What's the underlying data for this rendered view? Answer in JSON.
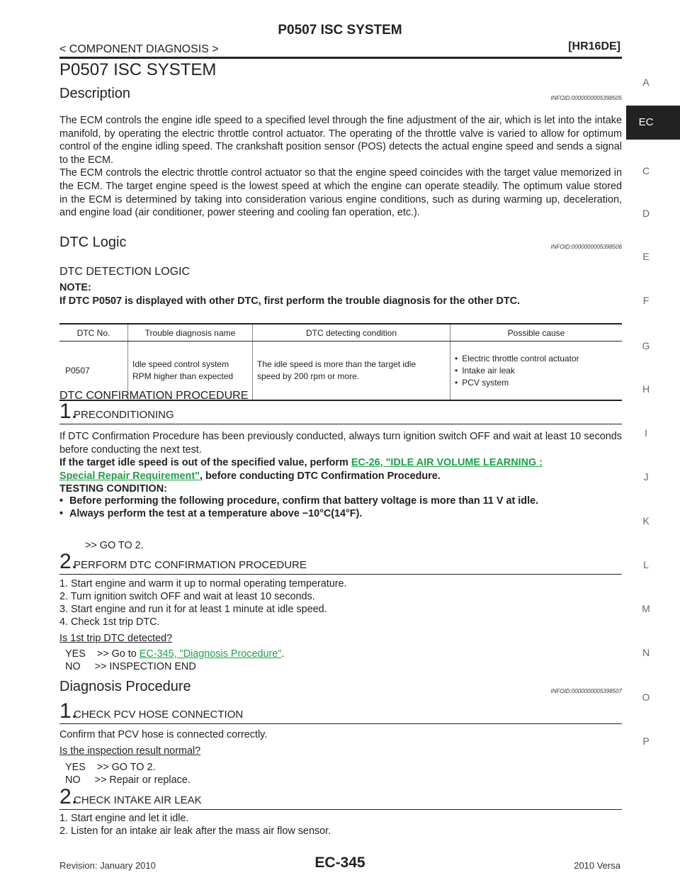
{
  "header": {
    "title": "P0507 ISC SYSTEM",
    "breadcrumb": "< COMPONENT DIAGNOSIS >",
    "engine_code": "[HR16DE]"
  },
  "page_title": "P0507 ISC SYSTEM",
  "description": {
    "heading": "Description",
    "infoid": "INFOID:0000000005398505",
    "p1": "The ECM controls the engine idle speed to a specified level through the fine adjustment of the air, which is let into the intake manifold, by operating the electric throttle control actuator. The operating of the throttle valve is varied to allow for optimum control of the engine idling speed. The crankshaft position sensor (POS) detects the actual engine speed and sends a signal to the ECM.",
    "p2": "The ECM controls the electric throttle control actuator so that the engine speed coincides with the target value memorized in the ECM. The target engine speed is the lowest speed at which the engine can operate steadily. The optimum value stored in the ECM is determined by taking into consideration various engine conditions, such as during warming up, deceleration, and engine load (air conditioner, power steering and cooling fan operation, etc.)."
  },
  "dtc_logic": {
    "heading": "DTC Logic",
    "infoid": "INFOID:0000000005398506",
    "detection_heading": "DTC DETECTION LOGIC",
    "note_label": "NOTE:",
    "note_text": "If DTC P0507 is displayed with other DTC, first perform the trouble diagnosis for the other DTC.",
    "table": {
      "headers": [
        "DTC No.",
        "Trouble diagnosis name",
        "DTC detecting condition",
        "Possible cause"
      ],
      "row": {
        "dtc_no": "P0507",
        "name_line1": "Idle speed control system",
        "name_line2": "RPM higher than expected",
        "condition_line1": "The idle speed is more than the target idle",
        "condition_line2": "speed by 200 rpm or more.",
        "causes": [
          "Electric throttle control actuator",
          "Intake air leak",
          "PCV system"
        ]
      }
    },
    "confirmation_heading": "DTC CONFIRMATION PROCEDURE"
  },
  "confirm_steps": {
    "s1_num": "1.",
    "s1_label": "PRECONDITIONING",
    "s1_text": "If DTC Confirmation Procedure has been previously conducted, always turn ignition switch OFF and wait at least 10 seconds before conducting the next test.",
    "s1_bold_a": "If the target idle speed is out of the specified value, perform ",
    "s1_link_a": "EC-26, \"IDLE AIR VOLUME LEARNING :",
    "s1_link_b": "Special Repair Requirement\"",
    "s1_bold_b": ", before conducting DTC Confirmation Procedure.",
    "testing_label": "TESTING CONDITION:",
    "bullet1": "Before performing the following procedure, confirm that battery voltage is more than 11 V at idle.",
    "bullet2": "Always perform the test at a temperature above −10°C(14°F).",
    "s1_goto": ">> GO TO 2.",
    "s2_num": "2.",
    "s2_label": "PERFORM DTC CONFIRMATION PROCEDURE",
    "s2_items": [
      "1. Start engine and warm it up to normal operating temperature.",
      "2. Turn ignition switch OFF and wait at least 10 seconds.",
      "3. Start engine and run it for at least 1 minute at idle speed.",
      "4. Check 1st trip DTC."
    ],
    "s2_question": "Is 1st trip DTC detected?",
    "s2_yes_prefix": "YES    >> Go to ",
    "s2_yes_link": "EC-345, \"Diagnosis Procedure\"",
    "s2_yes_suffix": ".",
    "s2_no": "NO     >> INSPECTION END"
  },
  "diagnosis": {
    "heading": "Diagnosis Procedure",
    "infoid": "INFOID:0000000005398507",
    "d1_num": "1.",
    "d1_label": "CHECK PCV HOSE CONNECTION",
    "d1_text": "Confirm that PCV hose is connected correctly.",
    "d1_question": "Is the inspection result normal?",
    "d1_yes": "YES    >> GO TO 2.",
    "d1_no": "NO     >> Repair or replace.",
    "d2_num": "2.",
    "d2_label": "CHECK INTAKE AIR LEAK",
    "d2_items": [
      "1. Start engine and let it idle.",
      "2. Listen for an intake air leak after the mass air flow sensor."
    ]
  },
  "side_index": {
    "letters": [
      "A",
      "C",
      "D",
      "E",
      "F",
      "G",
      "H",
      "I",
      "J",
      "K",
      "L",
      "M",
      "N",
      "O",
      "P"
    ],
    "active": "EC"
  },
  "footer": {
    "revision": "Revision: January 2010",
    "page": "EC-345",
    "model": "2010 Versa"
  }
}
